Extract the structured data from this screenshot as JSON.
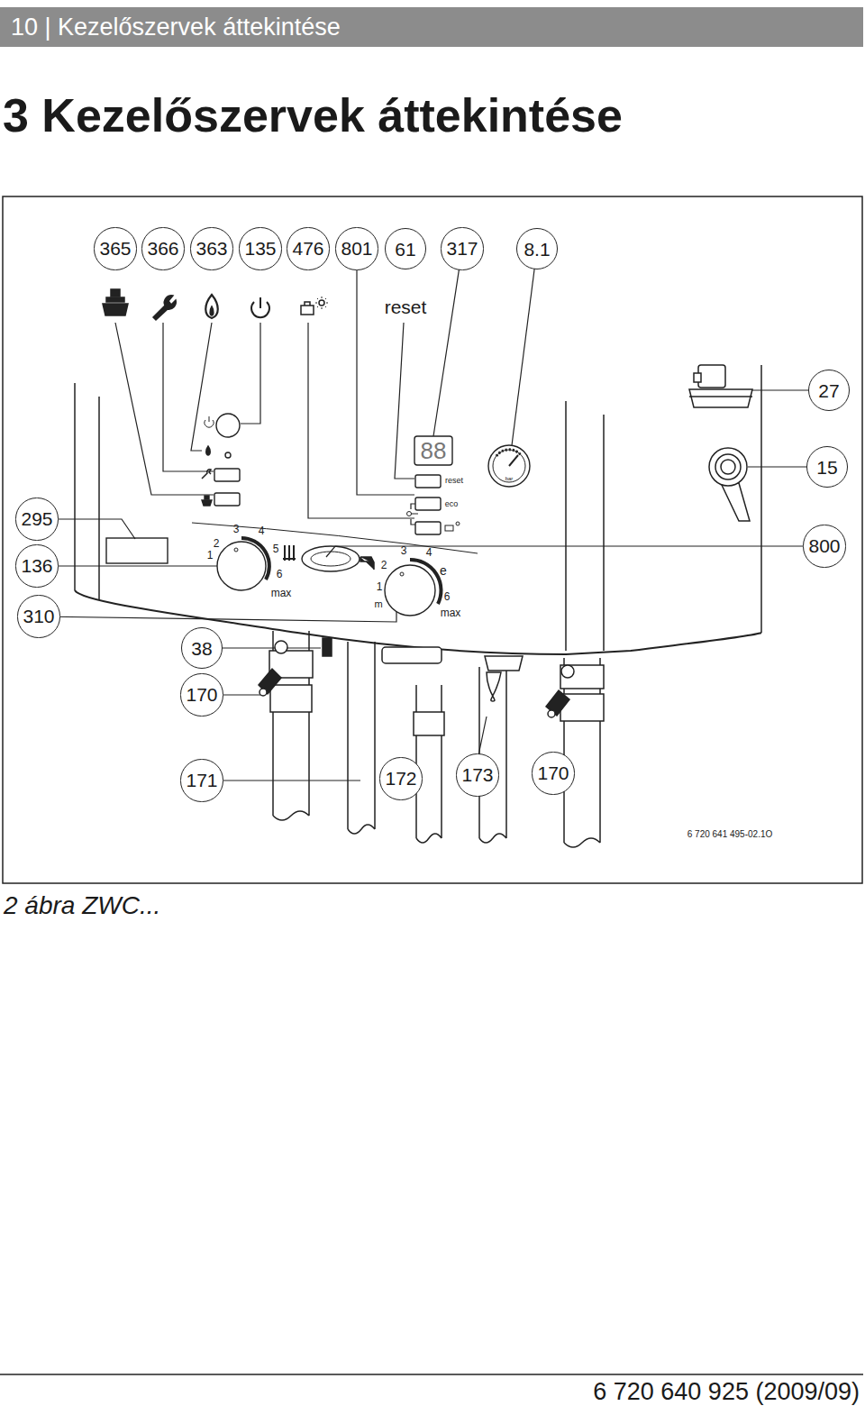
{
  "diagram": {
    "title": "3 Kezelőszervek áttekintése",
    "caption": "2 ábra ZWC...",
    "nodes": [
      {
        "text": [
          "10 | Kezelőszervek áttekintése"
        ]
      },
      {
        "text": [
          "365"
        ]
      },
      {
        "text": [
          "366"
        ]
      },
      {
        "text": [
          "363"
        ]
      },
      {
        "text": [
          "135"
        ]
      },
      {
        "text": [
          "476"
        ]
      },
      {
        "text": [
          "801"
        ]
      },
      {
        "text": [
          "61"
        ]
      },
      {
        "text": [
          "317"
        ]
      },
      {
        "text": [
          "8.1"
        ]
      },
      {
        "text": [
          "27"
        ]
      },
      {
        "text": [
          "15"
        ]
      },
      {
        "text": [
          "295"
        ]
      },
      {
        "text": [
          "800"
        ]
      },
      {
        "text": [
          "136"
        ]
      },
      {
        "text": [
          "310"
        ]
      },
      {
        "text": [
          "38"
        ]
      },
      {
        "text": [
          "170"
        ]
      },
      {
        "text": [
          "171"
        ]
      },
      {
        "text": [
          "172"
        ]
      },
      {
        "text": [
          "173"
        ]
      },
      {
        "text": [
          "170"
        ]
      }
    ],
    "labels": [
      "reset",
      "88",
      "reset",
      "eco",
      "bar",
      "2",
      "3",
      "4",
      "5",
      "1",
      "6",
      "max",
      "2",
      "3",
      "4",
      "1",
      "e",
      "6",
      "m",
      "max",
      "6 720 641 495-02.1O",
      "6 720 640 925 (2009/09)"
    ]
  }
}
